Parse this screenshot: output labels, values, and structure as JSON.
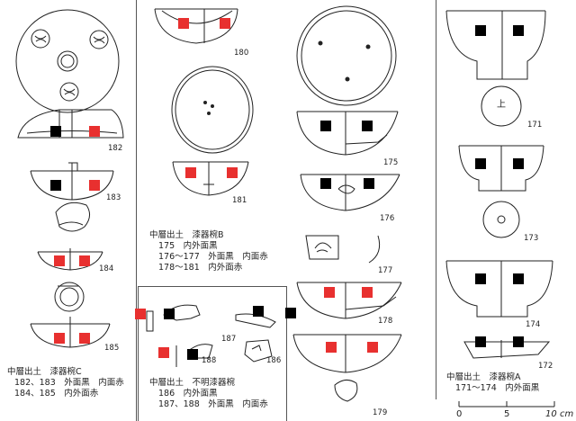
{
  "figure_numbers": {
    "n170": "",
    "n171": "171",
    "n172": "172",
    "n173": "173",
    "n174": "174",
    "n175": "175",
    "n176": "176",
    "n177": "177",
    "n178": "178",
    "n179": "179",
    "n180": "180",
    "n181": "181",
    "n182": "182",
    "n183": "183",
    "n184": "184",
    "n185": "185",
    "n186": "186",
    "n187": "187",
    "n188": "188"
  },
  "stamp_text_171": "上",
  "captions": {
    "c_group": {
      "title": "中層出土　漆器椀C",
      "line1": "182、183　外面黒　内面赤",
      "line2": "184、185　内外面赤"
    },
    "b_group": {
      "title": "中層出土　漆器椀B",
      "line1": "175　内外面黒",
      "line2": "176～177　外面黒　内面赤",
      "line3": "178～181　内外面赤"
    },
    "unknown_group": {
      "title": "中層出土　不明漆器椀",
      "line1": "186　内外面黒",
      "line2": "187、188　外面黒　内面赤"
    },
    "a_group": {
      "title": "中層出土　漆器椀A",
      "line1": "171～174　内外面黒"
    }
  },
  "scale": {
    "tick0": "0",
    "tick5": "5",
    "tick10": "10",
    "unit": "cm"
  },
  "colors": {
    "ink": "#222222",
    "marker_red": "#e8302f",
    "marker_black": "#000000"
  }
}
